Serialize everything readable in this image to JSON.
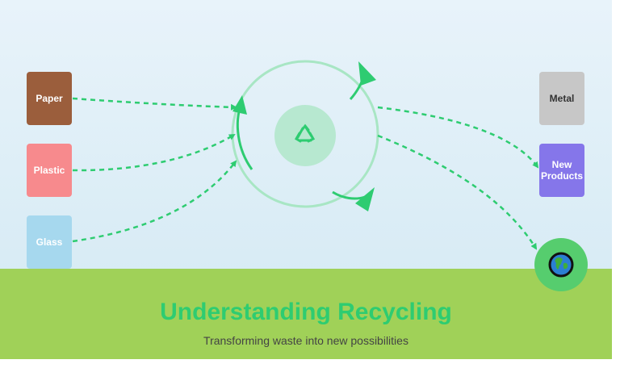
{
  "sources": {
    "paper": "Paper",
    "plastic": "Plastic",
    "glass": "Glass"
  },
  "outputs": {
    "metal": "Metal",
    "new_products": "New Products"
  },
  "caption": {
    "title": "Understanding Recycling",
    "subtitle": "Transforming waste into new possibilities"
  },
  "icons": {
    "center": "recycle-icon",
    "earth": "earth-icon"
  },
  "colors": {
    "accent": "#2ecc71",
    "paper": "#9b5e3c",
    "plastic": "#f78a8d",
    "glass": "#a6d8ee",
    "metal": "#c7c7c7",
    "new_products": "#8576ea",
    "ground": "#a0d158"
  }
}
